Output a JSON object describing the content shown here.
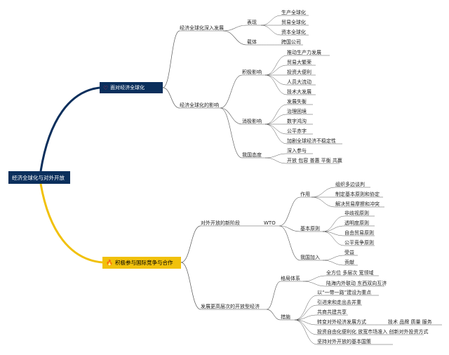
{
  "root": {
    "label": "经济全球化与对外开放"
  },
  "branch1": {
    "label": "面对经济全球化",
    "icon": "heart-icon",
    "sub1": {
      "label": "经济全球化深入发展",
      "biaoxian": {
        "label": "表现",
        "items": [
          "生产全球化",
          "贸易全球化",
          "资本全球化"
        ]
      },
      "zaiti": {
        "label": "载体",
        "items": [
          "跨国公司"
        ]
      }
    },
    "sub2": {
      "label": "经济全球化的影响",
      "positive": {
        "label": "积极影响",
        "items": [
          "推动生产力发展",
          "贸易大繁荣",
          "投资大便利",
          "人员大流动",
          "技术大发展"
        ]
      },
      "negative": {
        "label": "消极影响",
        "items": [
          "发展失衡",
          "治理困境",
          "数字鸿沟",
          "公平赤字",
          "加剧全球经济不稳定性"
        ]
      },
      "attitude": {
        "label": "我国态度",
        "items": [
          "深入参与",
          "开放 包容 普惠 平衡 共赢"
        ]
      }
    }
  },
  "branch2": {
    "label": "积极参与国际竞争与合作",
    "icon": "fire-icon",
    "sub1": {
      "label": "对外开放的新阶段",
      "wto": {
        "label": "WTO",
        "zuoyong": {
          "label": "作用",
          "items": [
            "组织多边谈判",
            "制定基本原则和协定",
            "解决贸易摩擦和冲突"
          ]
        },
        "yuanze": {
          "label": "基本原则",
          "items": [
            "非歧视原则",
            "透明度原则",
            "自由贸易原则",
            "公平竞争原则"
          ]
        },
        "jiaru": {
          "label": "我国加入",
          "items": [
            "受益",
            "贡献"
          ]
        }
      }
    },
    "sub2": {
      "label": "发展更高层次的开放型经济",
      "geju": {
        "label": "格局体系",
        "items": [
          "全方位 多层次 宽领域",
          "陆海内外联动 东西双向互济"
        ]
      },
      "cuoshi": {
        "label": "措施",
        "items": [
          "以“一带一路”建设为重点",
          "引进来和走出去并重",
          "共商共建共享",
          "转变对外经济发展方式",
          "投资自由化便利化 放宽市场准入 创新对外投资方式",
          "坚持对外开放的基本国策"
        ],
        "extra": "技术 品牌 质量 服务"
      }
    }
  },
  "colors": {
    "dark": "#0b2f5c",
    "yellow": "#f1c10c",
    "line": "#4a4a4a"
  }
}
